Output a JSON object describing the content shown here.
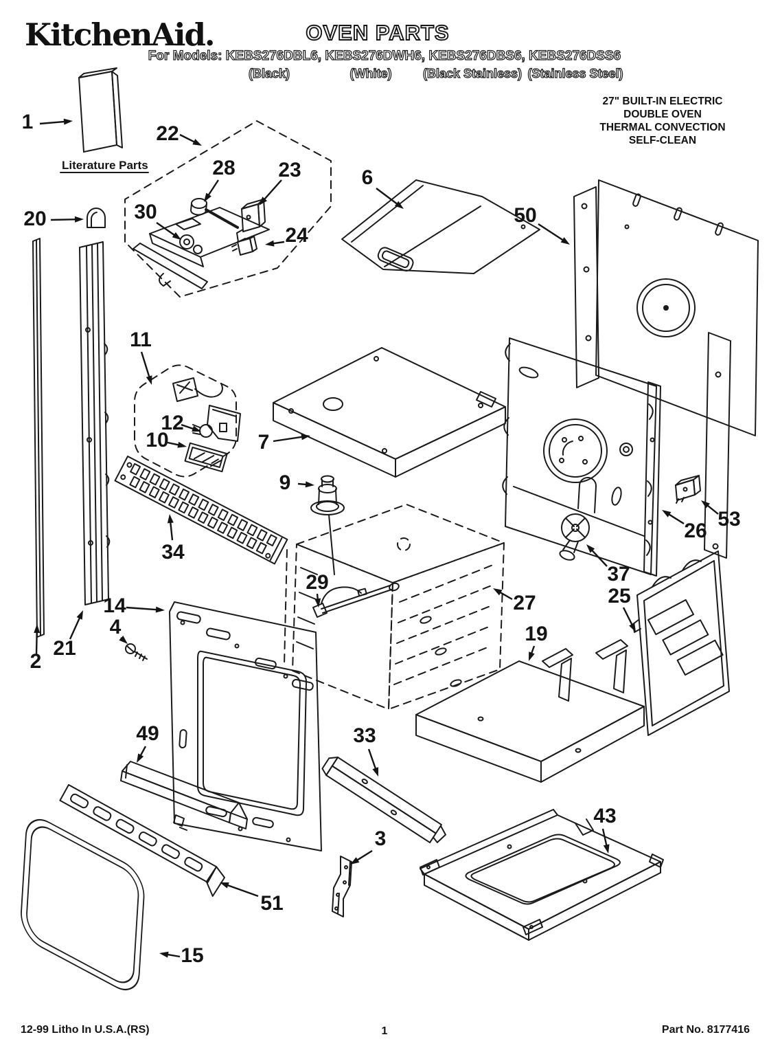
{
  "header": {
    "brand": "KitchenAid.",
    "title": "OVEN PARTS",
    "models_line": "For Models: KEBS276DBL6, KEBS276DWH6, KEBS276DBS6, KEBS276DSS6",
    "finishes": [
      "(Black)",
      "(White)",
      "(Black Stainless)",
      "(Stainless Steel)"
    ],
    "description_lines": [
      "27\" BUILT-IN ELECTRIC",
      "DOUBLE OVEN",
      "THERMAL CONVECTION",
      "SELF-CLEAN"
    ]
  },
  "diagram": {
    "literature_label": "Literature Parts",
    "callouts": {
      "1": "1",
      "2": "2",
      "3": "3",
      "4": "4",
      "6": "6",
      "7": "7",
      "9": "9",
      "10": "10",
      "11": "11",
      "12": "12",
      "14": "14",
      "15": "15",
      "19": "19",
      "20": "20",
      "21": "21",
      "22": "22",
      "23": "23",
      "24": "24",
      "25": "25",
      "26": "26",
      "27": "27",
      "28": "28",
      "29": "29",
      "30": "30",
      "33": "33",
      "34": "34",
      "37": "37",
      "43": "43",
      "49": "49",
      "50": "50",
      "51": "51",
      "53": "53"
    }
  },
  "footer": {
    "litho": "12-99 Litho In U.S.A.(RS)",
    "page": "1",
    "part_no": "Part No. 8177416"
  }
}
